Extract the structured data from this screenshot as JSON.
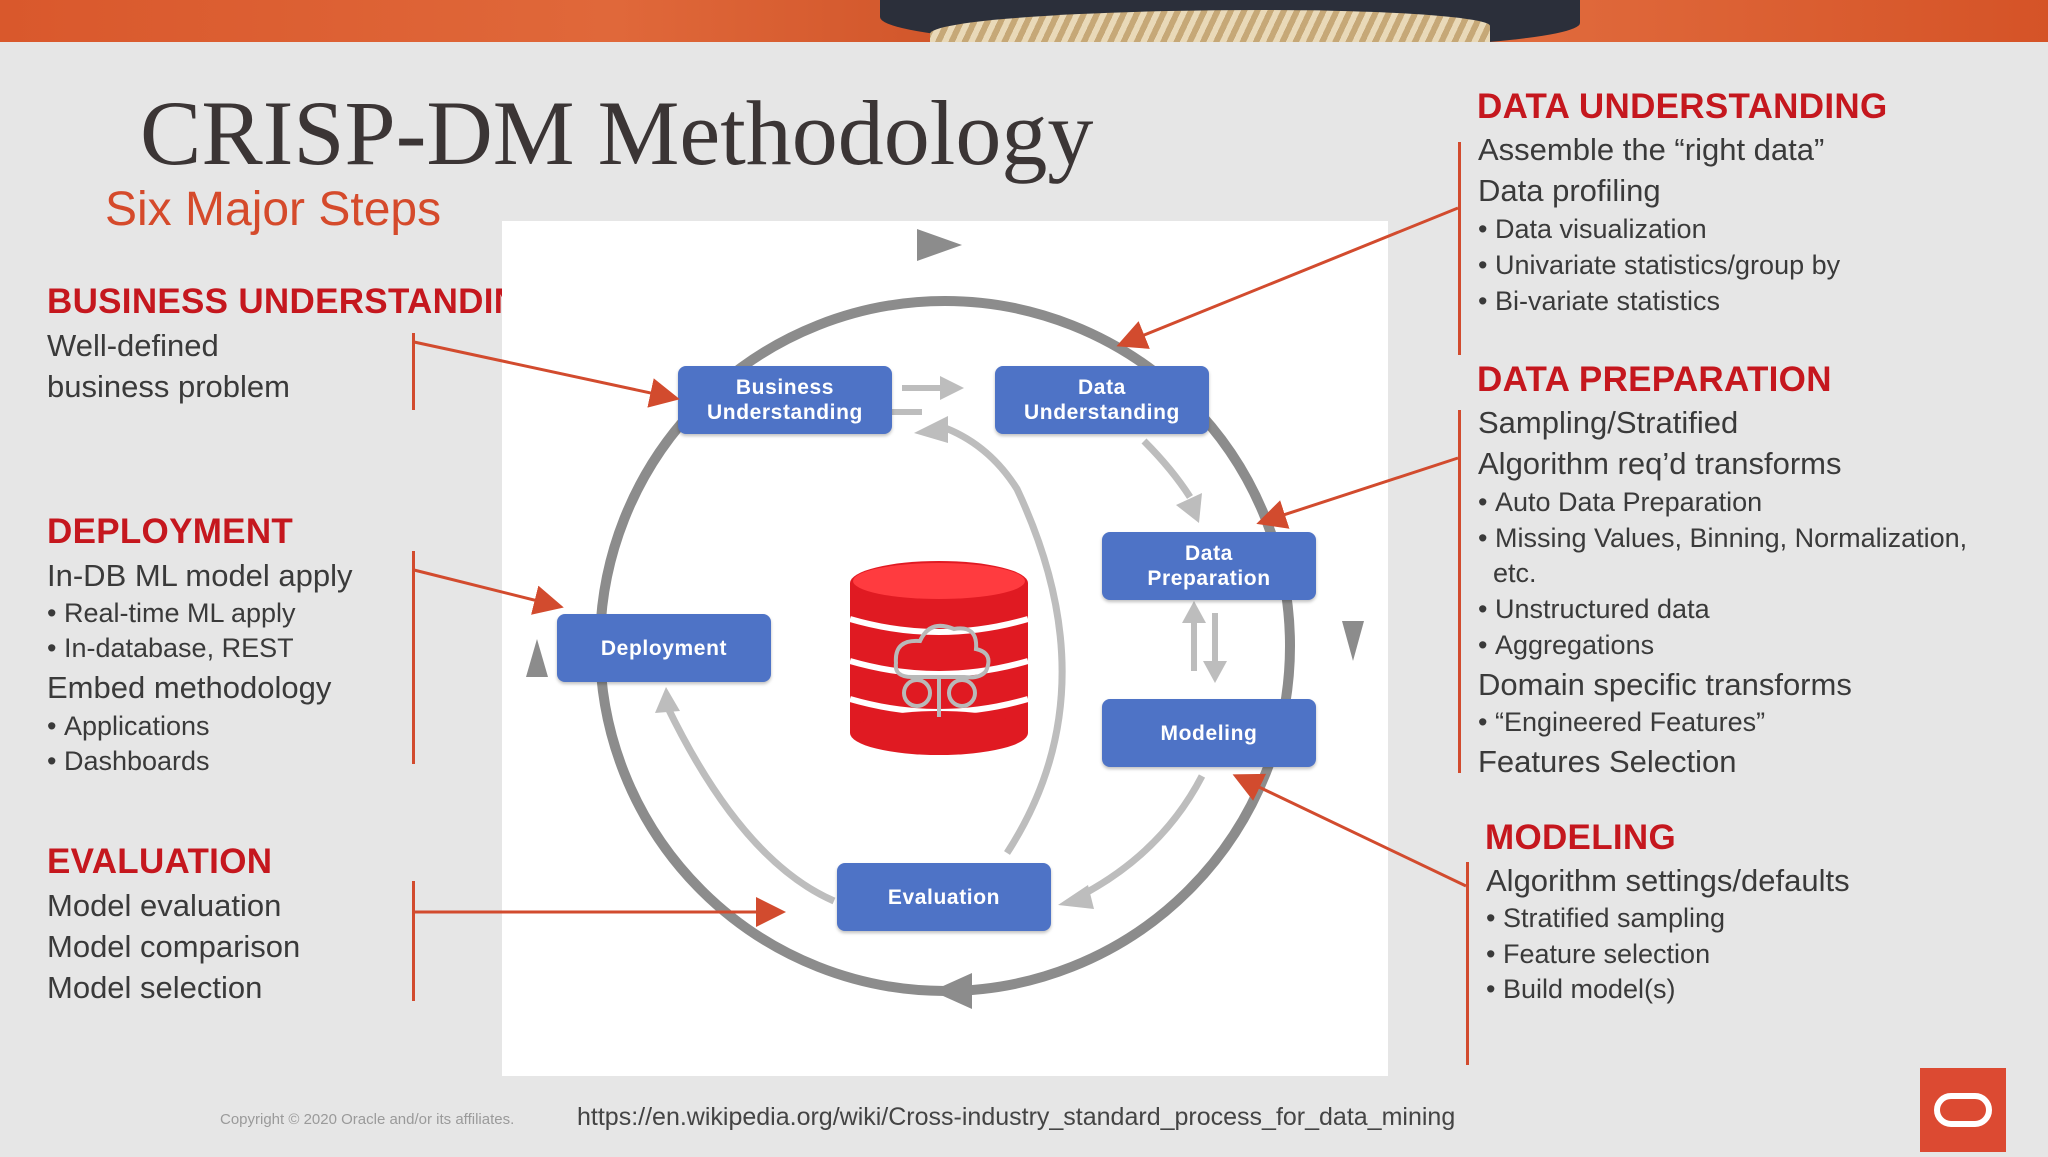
{
  "slide": {
    "title": "CRISP-DM Methodology",
    "subtitle": "Six Major Steps",
    "accent_color": "#c5171e",
    "arrow_color": "#d24b2e",
    "node_color": "#4e73c6"
  },
  "business": {
    "heading": "BUSINESS UNDERSTANDING",
    "lines": [
      "Well-defined",
      "business problem"
    ]
  },
  "deployment": {
    "heading": "DEPLOYMENT",
    "line1": "In-DB ML model apply",
    "bullets1": [
      "Real-time ML apply",
      "In-database, REST"
    ],
    "line2": "Embed methodology",
    "bullets2": [
      "Applications",
      "Dashboards"
    ]
  },
  "evaluation": {
    "heading": "EVALUATION",
    "lines": [
      "Model evaluation",
      "Model comparison",
      "Model selection"
    ]
  },
  "data_understanding": {
    "heading": "DATA UNDERSTANDING",
    "lines": [
      "Assemble the “right data”",
      "Data profiling"
    ],
    "bullets": [
      "Data visualization",
      "Univariate statistics/group by",
      "Bi-variate statistics"
    ]
  },
  "data_preparation": {
    "heading": "DATA PREPARATION",
    "lines": [
      "Sampling/Stratified",
      "Algorithm req’d transforms"
    ],
    "bullets": [
      "Auto Data Preparation",
      "Missing Values, Binning, Normalization,",
      "etc.",
      "Unstructured data",
      "Aggregations"
    ],
    "line3": "Domain specific transforms",
    "bullets2": [
      "“Engineered Features”"
    ],
    "line4": "Features Selection"
  },
  "modeling": {
    "heading": "MODELING",
    "line1": "Algorithm settings/defaults",
    "bullets": [
      "Stratified sampling",
      "Feature selection",
      "Build model(s)"
    ]
  },
  "diagram": {
    "nodes": {
      "business": [
        "Business",
        "Understanding"
      ],
      "data_understanding": [
        "Data",
        "Understanding"
      ],
      "data_preparation": [
        "Data",
        "Preparation"
      ],
      "modeling": "Modeling",
      "evaluation": "Evaluation",
      "deployment": "Deployment"
    },
    "icons": [
      "database-icon",
      "cloud-brain-icon"
    ]
  },
  "footer": {
    "copyright": "Copyright © 2020 Oracle and/or its affiliates.",
    "url": "https://en.wikipedia.org/wiki/Cross-industry_standard_process_for_data_mining"
  }
}
